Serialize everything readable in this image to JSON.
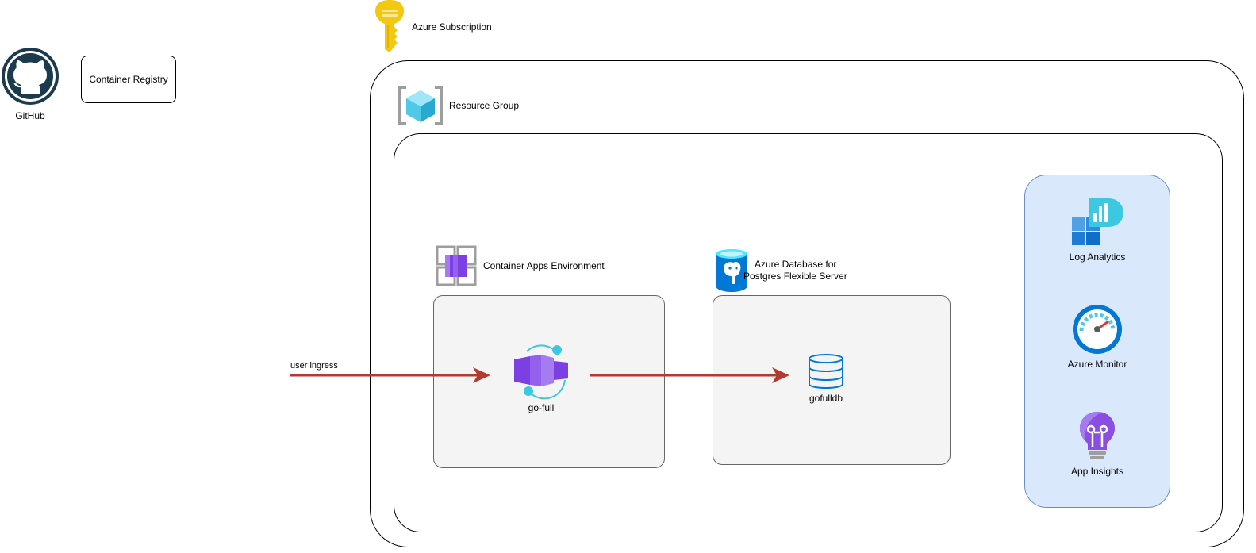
{
  "colors": {
    "subscription_key": "#F2C811",
    "github": "#1B3A4B",
    "arrow": "#B33A2E",
    "container_purple": "#7B3FE4",
    "teal": "#3CC8E0",
    "azure_blue": "#0078D4",
    "monitor_panel_fill": "#DAE8FC",
    "monitor_panel_stroke": "#6C8EBF",
    "inner_box_fill": "#F4F4F4",
    "lightbulb": "#8A4FE0"
  },
  "external": {
    "github": {
      "label": "GitHub",
      "icon": "github-icon"
    },
    "container_registry": {
      "label": "Container Registry"
    }
  },
  "subscription": {
    "label": "Azure Subscription",
    "icon": "key-icon"
  },
  "resource_group": {
    "label": "Resource Group",
    "icon": "resource-group-icon"
  },
  "container_apps_env": {
    "label": "Container Apps Environment",
    "icon": "container-apps-environment-icon",
    "app": {
      "label": "go-full",
      "icon": "container-app-icon"
    }
  },
  "database": {
    "label_line1": "Azure Database for",
    "label_line2": "Postgres Flexible Server",
    "icon": "postgres-icon",
    "db": {
      "label": "gofulldb",
      "icon": "database-icon"
    }
  },
  "edges": {
    "ingress": {
      "label": "user ingress"
    }
  },
  "monitoring": [
    {
      "label": "Log Analytics",
      "icon": "log-analytics-icon"
    },
    {
      "label": "Azure Monitor",
      "icon": "azure-monitor-icon"
    },
    {
      "label": "App Insights",
      "icon": "app-insights-icon"
    }
  ]
}
